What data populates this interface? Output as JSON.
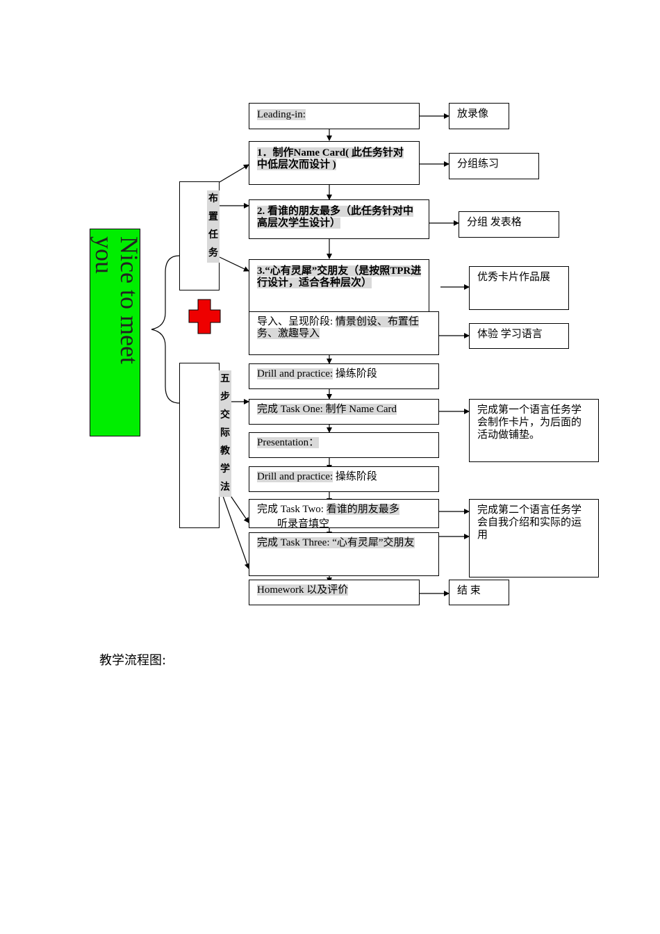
{
  "title_box": {
    "line1": "Nice to meet",
    "line2": "you"
  },
  "group1_label": "布置任务",
  "group2_label": "五步交际教学法",
  "flow": [
    {
      "id": "leading",
      "parts": [
        {
          "t": "Leading-in:",
          "hl": true
        }
      ]
    },
    {
      "id": "task1",
      "bold": true,
      "parts": [
        {
          "t": "1．制作Name Card( 此任务针对中低层次而设计 )",
          "hl": true
        }
      ]
    },
    {
      "id": "task2",
      "bold": true,
      "parts": [
        {
          "t": "2. 看谁的朋友最多（此任务针对中高层次学生设计）",
          "hl": true
        }
      ]
    },
    {
      "id": "task3",
      "bold": true,
      "parts": [
        {
          "t": "3.“心有灵犀”交朋友（是按照TPR进行设计，适合各种层次）",
          "hl": true
        }
      ]
    },
    {
      "id": "intro",
      "parts": [
        {
          "t": "导入、呈现阶段: ",
          "hl": false
        },
        {
          "t": "情景创设、布置任务、激趣导入",
          "hl": true
        }
      ]
    },
    {
      "id": "drill1",
      "parts": [
        {
          "t": "Drill and practice:",
          "hl": true
        },
        {
          "t": " 操练阶段",
          "hl": false
        }
      ]
    },
    {
      "id": "taskone",
      "parts": [
        {
          "t": "完成 Task One: ",
          "hl": true
        },
        {
          "t": " 制作 Name Card",
          "hl": true
        }
      ]
    },
    {
      "id": "present",
      "parts": [
        {
          "t": "Presentation：",
          "hl": true
        }
      ]
    },
    {
      "id": "drill2",
      "parts": [
        {
          "t": "Drill and practice:",
          "hl": true
        },
        {
          "t": " 操练阶段",
          "hl": false
        }
      ]
    },
    {
      "id": "tasktwo",
      "parts": [
        {
          "t": "完成 Task Two: ",
          "hl": false
        },
        {
          "t": "看谁的朋友最多",
          "hl": true
        }
      ]
    },
    {
      "id": "taskthree",
      "parts": [
        {
          "t": "完成 Task Three: ",
          "hl": true
        },
        {
          "t": "“心有灵犀”交朋友",
          "hl": true
        }
      ]
    },
    {
      "id": "homework",
      "parts": [
        {
          "t": " Homework ",
          "hl": true
        },
        {
          "t": "以及评价",
          "hl": true
        }
      ]
    }
  ],
  "overlay_note": "听录音填空",
  "outcomes": {
    "video": "放录像",
    "group_practice": "分组练习",
    "group_form": "分组  发表格",
    "showcase": "优秀卡片作品展",
    "experience": "体验  学习语言",
    "outcome1": "完成第一个语言任务学会制作卡片，为后面的活动做铺垫。",
    "outcome2": "完成第二个语言任务学会自我介绍和实际的运用",
    "end": "结  束"
  },
  "caption": "教学流程图:",
  "colors": {
    "green": "#00ee00",
    "red_cross": "#ee0000",
    "highlight": "#d9d9d9"
  }
}
